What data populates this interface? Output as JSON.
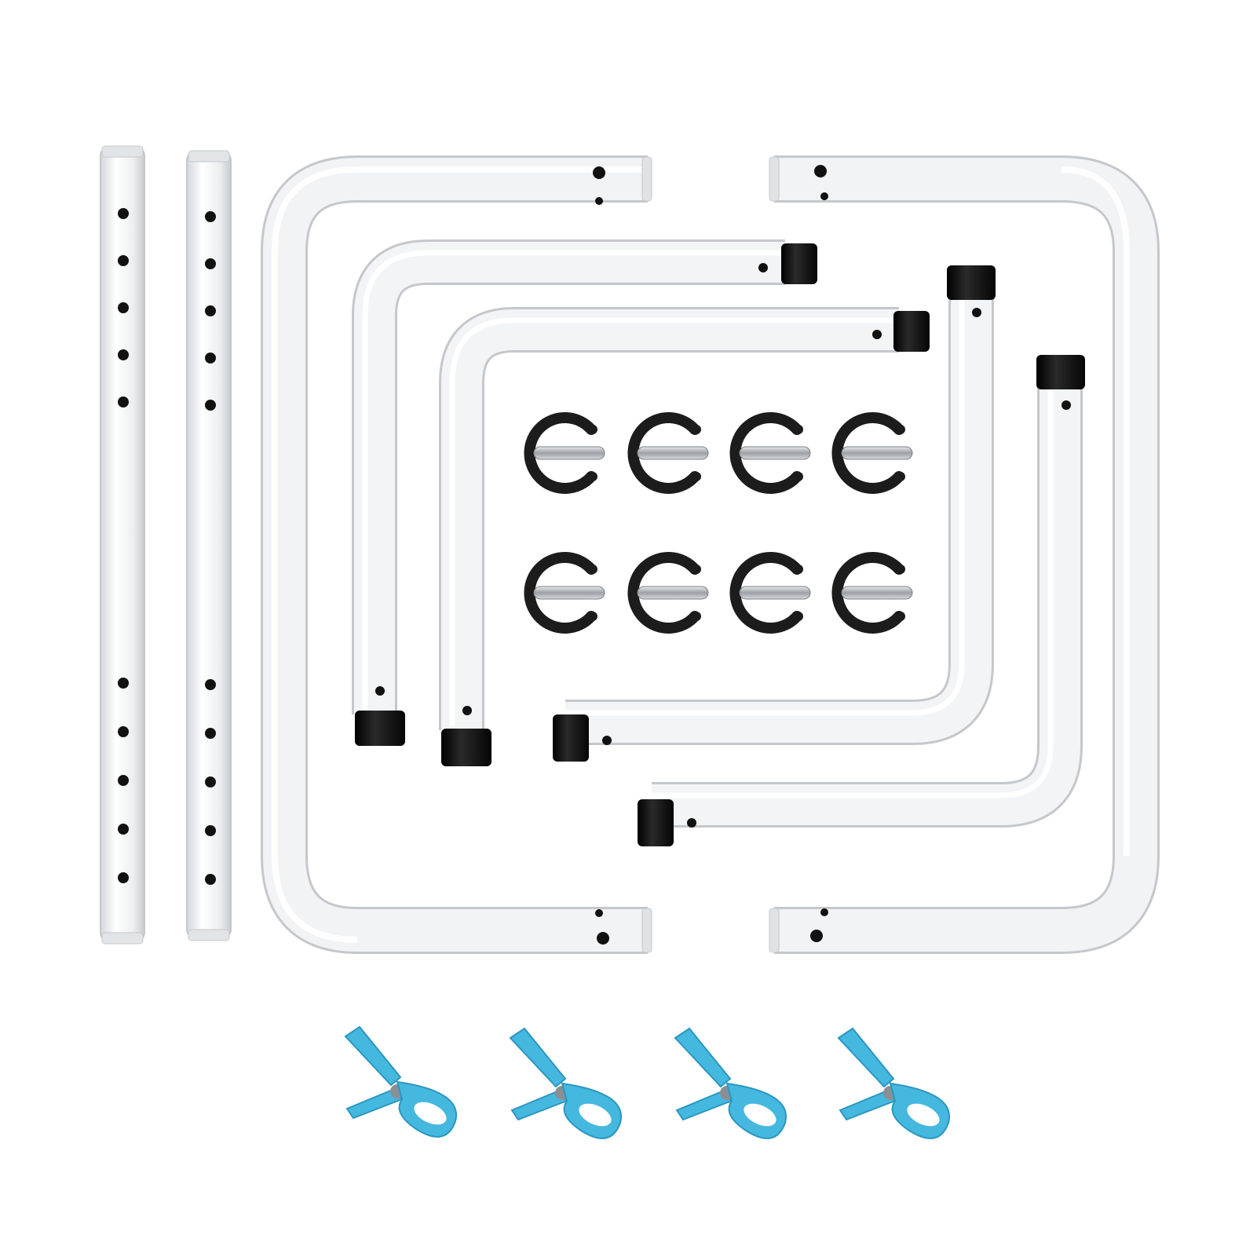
{
  "colors": {
    "background": "#ffffff",
    "tube": "#eef0f2",
    "tube_edge": "#c4c8cc",
    "tube_highlight": "#ffffff",
    "end_cap": "#151515",
    "hole": "#111111",
    "clip_ring": "#1c1c1c",
    "pin_metal": "#b9bdc2",
    "peg": "#45b8e0",
    "peg_dark": "#2b97c0",
    "peg_spring": "#8a8f94"
  },
  "parts": {
    "straight_poles": 2,
    "large_u_frames": 2,
    "medium_l_arms": 2,
    "small_l_arms": 2,
    "ring_clips": 8,
    "clothes_pegs": 4
  }
}
